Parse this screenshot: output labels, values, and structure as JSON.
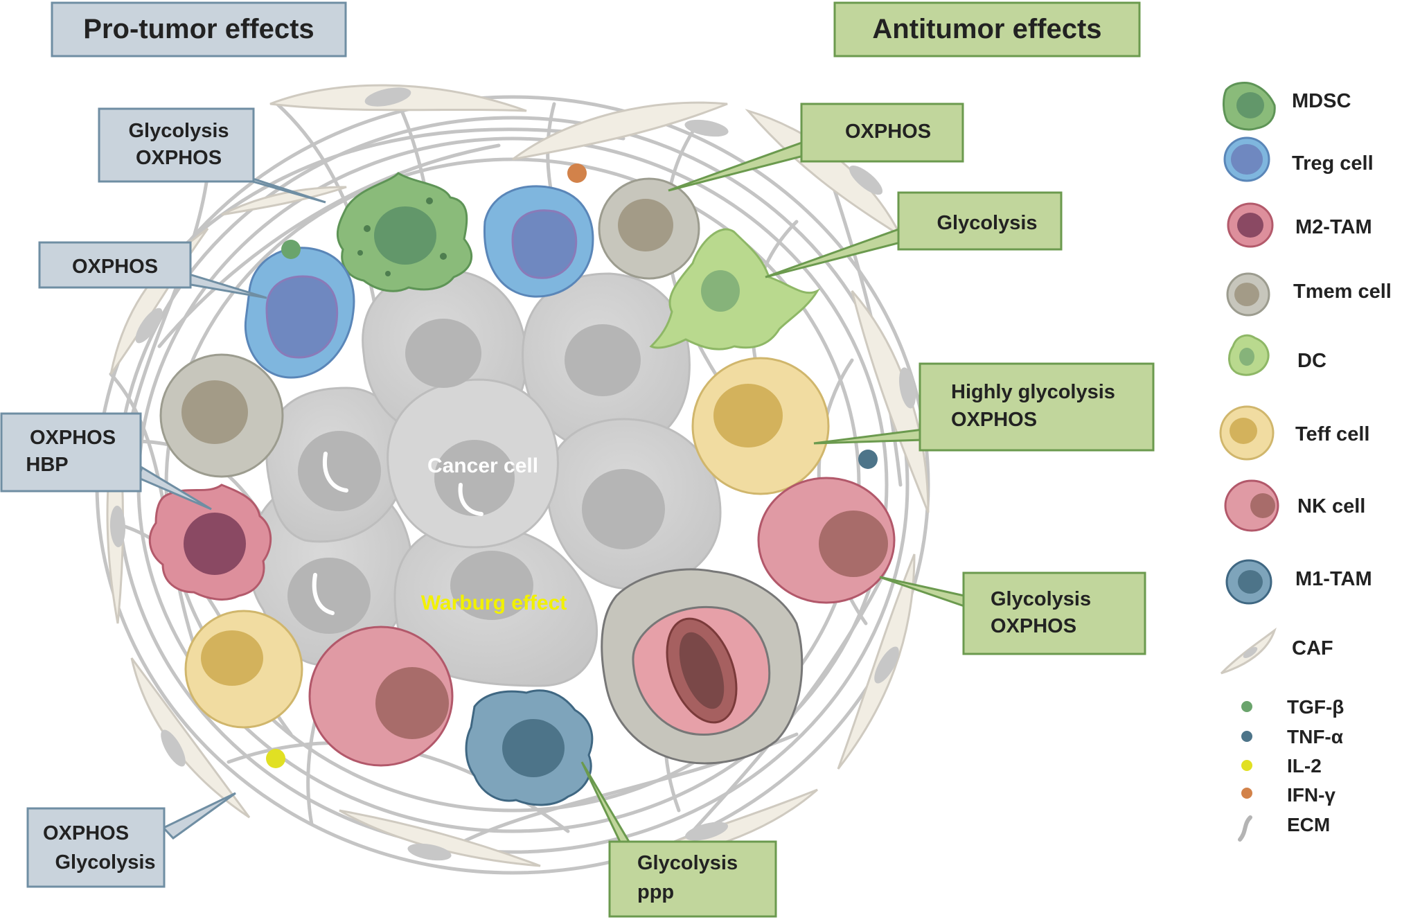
{
  "headers": {
    "pro_tumor": "Pro-tumor effects",
    "antitumor": "Antitumor effects"
  },
  "center": {
    "cancer_cell": "Cancer cell",
    "warburg": "Warburg effect"
  },
  "callouts": {
    "mdsc": [
      "Glycolysis",
      "OXPHOS"
    ],
    "treg": [
      "OXPHOS"
    ],
    "m2tam": [
      "OXPHOS",
      "HBP"
    ],
    "caf": [
      "OXPHOS",
      "Glycolysis"
    ],
    "tmem": [
      "OXPHOS"
    ],
    "dc": [
      "Glycolysis"
    ],
    "teff": [
      "Highly glycolysis",
      "OXPHOS"
    ],
    "nk": [
      "Glycolysis",
      "OXPHOS"
    ],
    "m1tam": [
      "Glycolysis",
      "ppp"
    ]
  },
  "legend": {
    "cells": [
      {
        "label": "MDSC",
        "icon": "mdsc-icon"
      },
      {
        "label": "Treg cell",
        "icon": "treg-icon"
      },
      {
        "label": "M2-TAM",
        "icon": "m2-tam-icon"
      },
      {
        "label": "Tmem cell",
        "icon": "tmem-icon"
      },
      {
        "label": "DC",
        "icon": "dc-icon"
      },
      {
        "label": "Teff cell",
        "icon": "teff-icon"
      },
      {
        "label": "NK cell",
        "icon": "nk-icon"
      },
      {
        "label": "M1-TAM",
        "icon": "m1-tam-icon"
      },
      {
        "label": "CAF",
        "icon": "caf-icon"
      }
    ],
    "factors": [
      {
        "label": "TGF-β",
        "color": "#6aa46c"
      },
      {
        "label": "TNF-α",
        "color": "#4d7489"
      },
      {
        "label": "IL-2",
        "color": "#e1e023"
      },
      {
        "label": "IFN-γ",
        "color": "#d2824a"
      },
      {
        "label": "ECM",
        "color": "#b4b4b4"
      }
    ]
  },
  "colors": {
    "pro_box": "#c9d3dc",
    "pro_border": "#6f8ea3",
    "anti_box": "#c1d69c",
    "anti_border": "#6b9a4e"
  }
}
